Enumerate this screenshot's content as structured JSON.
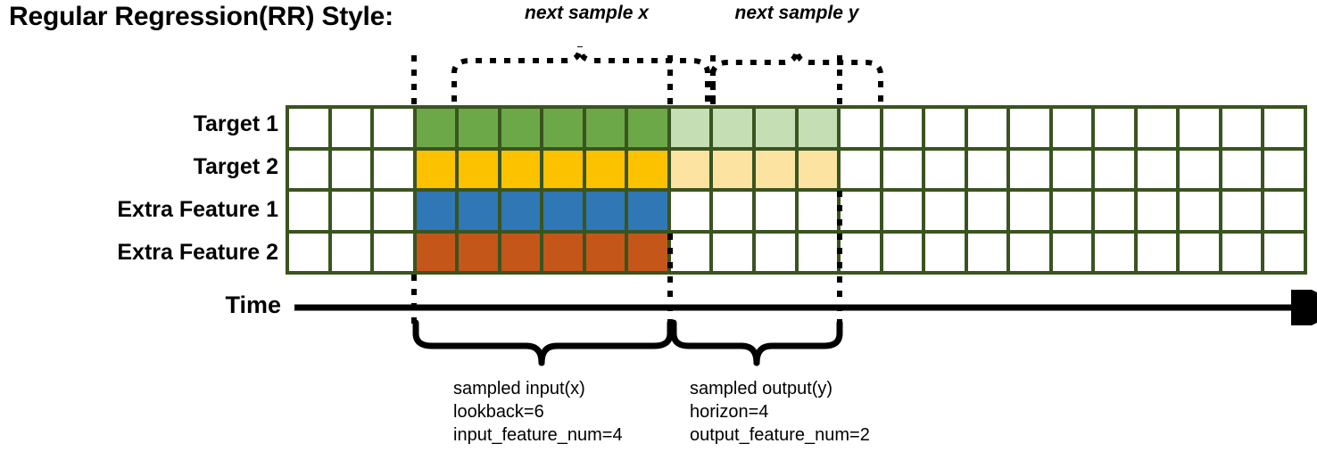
{
  "title": "Regular Regression(RR) Style:",
  "colors": {
    "grid_border": "#3A5420",
    "target1": "#6DA848",
    "target1_light": "#C6DEB4",
    "target2": "#FCC200",
    "target2_light": "#FCE3A1",
    "extra_feature1": "#2F77B5",
    "extra_feature2": "#C4561A",
    "line": "#000000"
  },
  "top_annotations": [
    {
      "label": "next sample x"
    },
    {
      "label": "next sample y"
    }
  ],
  "row_labels": [
    "Target 1",
    "Target 2",
    "Extra Feature 1",
    "Extra Feature 2"
  ],
  "time_axis": {
    "label": "Time"
  },
  "grid": {
    "columns": 24,
    "rows": 4,
    "input_start_col": 3,
    "input_end_col": 8,
    "output_start_col": 9,
    "output_end_col": 12,
    "cells": [
      [
        "white",
        "white",
        "white",
        "green",
        "green",
        "green",
        "green",
        "green",
        "green",
        "green-l",
        "green-l",
        "green-l",
        "green-l",
        "white",
        "white",
        "white",
        "white",
        "white",
        "white",
        "white",
        "white",
        "white",
        "white",
        "white"
      ],
      [
        "white",
        "white",
        "white",
        "amber",
        "amber",
        "amber",
        "amber",
        "amber",
        "amber",
        "amber-l",
        "amber-l",
        "amber-l",
        "amber-l",
        "white",
        "white",
        "white",
        "white",
        "white",
        "white",
        "white",
        "white",
        "white",
        "white",
        "white"
      ],
      [
        "white",
        "white",
        "white",
        "blue",
        "blue",
        "blue",
        "blue",
        "blue",
        "blue",
        "white",
        "white",
        "white",
        "white",
        "white",
        "white",
        "white",
        "white",
        "white",
        "white",
        "white",
        "white",
        "white",
        "white",
        "white"
      ],
      [
        "white",
        "white",
        "white",
        "orange",
        "orange",
        "orange",
        "orange",
        "orange",
        "orange",
        "white",
        "white",
        "white",
        "white",
        "white",
        "white",
        "white",
        "white",
        "white",
        "white",
        "white",
        "white",
        "white",
        "white",
        "white"
      ]
    ]
  },
  "bottom_annotations": [
    {
      "name": "sampled input(x)",
      "lines": [
        "sampled input(x)",
        "lookback=6",
        "input_feature_num=4"
      ]
    },
    {
      "name": "sampled output(y)",
      "lines": [
        "sampled output(y)",
        "horizon=4",
        "output_feature_num=2"
      ]
    }
  ]
}
